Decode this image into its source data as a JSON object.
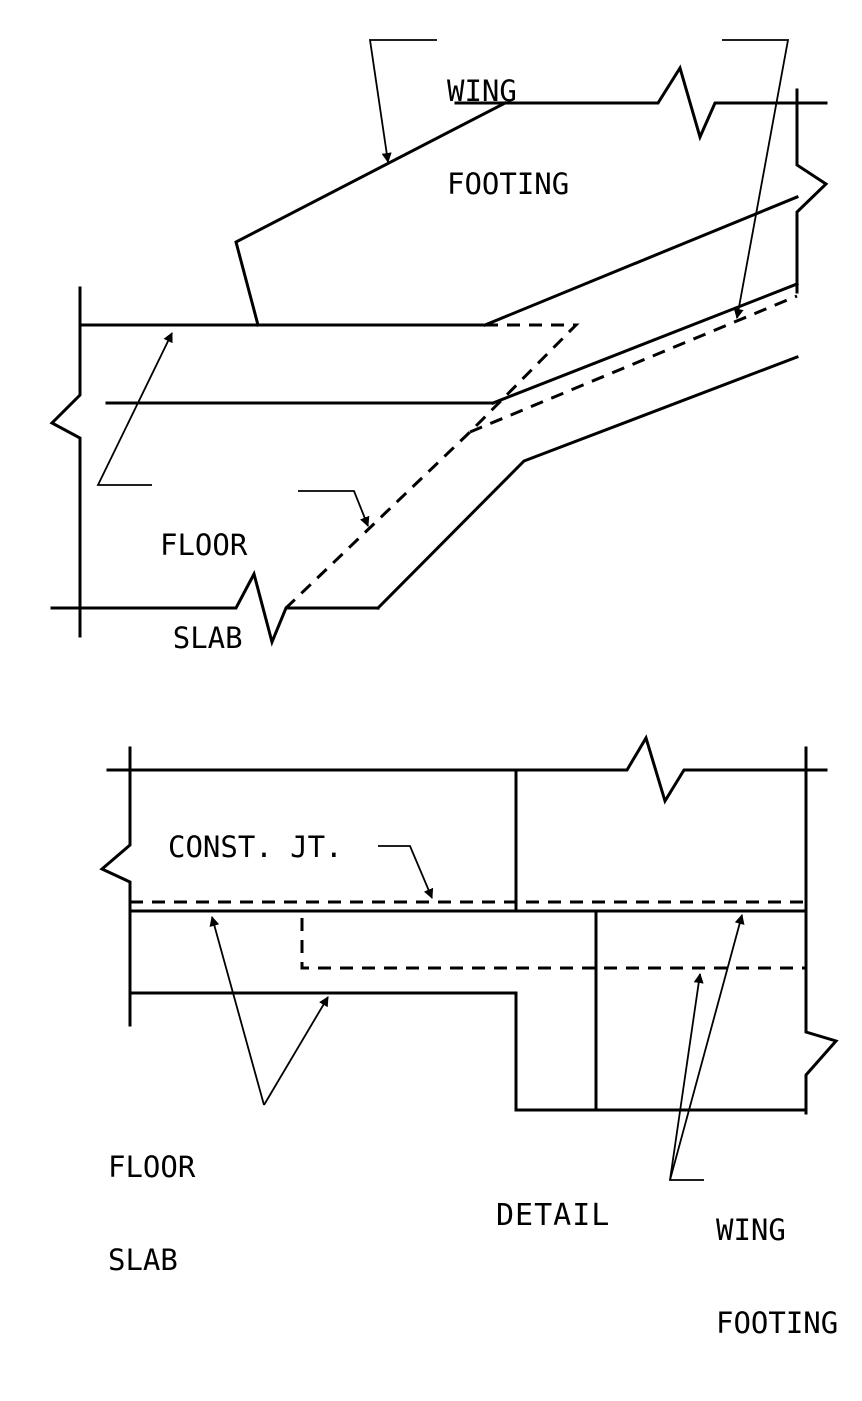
{
  "upper": {
    "wing_footing_label": [
      "WING",
      "FOOTING"
    ],
    "floor_slab_label": [
      "FLOOR",
      "SLAB"
    ]
  },
  "lower": {
    "const_jt_label": "CONST. JT.",
    "floor_slab_label": [
      "FLOOR",
      "SLAB"
    ],
    "wing_footing_label": [
      "WING",
      "FOOTING"
    ]
  },
  "caption": "DETAIL",
  "colors": {
    "line": "#000000",
    "background": "#ffffff"
  }
}
